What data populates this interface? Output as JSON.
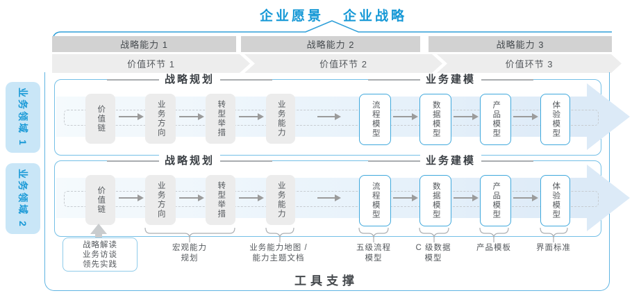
{
  "header": {
    "vision": "企业愿景",
    "strategy": "企业战略"
  },
  "capabilities": [
    {
      "label": "战略能力 1"
    },
    {
      "label": "战略能力 2"
    },
    {
      "label": "战略能力 3"
    }
  ],
  "value_links": [
    {
      "label": "价值环节 1"
    },
    {
      "label": "价值环节 2"
    },
    {
      "label": "价值环节 3"
    }
  ],
  "domains": [
    {
      "label": "业务领域 1"
    },
    {
      "label": "业务领域 2"
    }
  ],
  "rows": {
    "plan_title": "战略规划",
    "model_title": "业务建模",
    "plan_boxes": [
      "价值链",
      "业务方向",
      "转型举措",
      "业务能力"
    ],
    "model_boxes": [
      "流程模型",
      "数据模型",
      "产品模型",
      "体验模型"
    ]
  },
  "bottom": {
    "practice_box": {
      "lines": [
        "战略解读",
        "业务访谈",
        "领先实践"
      ]
    },
    "labels": [
      {
        "line1": "宏观能力",
        "line2": "规划"
      },
      {
        "line1": "业务能力地图 /",
        "line2": "能力主题文档"
      },
      {
        "line1": "五级流程",
        "line2": "模型"
      },
      {
        "line1": "C 级数据",
        "line2": "模型"
      },
      {
        "line1": "产品模板",
        "line2": ""
      },
      {
        "line1": "界面标准",
        "line2": ""
      }
    ],
    "footer": "工具支撑"
  },
  "colors": {
    "accent_blue": "#1598D6",
    "panel_border": "#74BFE6",
    "box_border": "#3FA8DC",
    "bar_gray": "#D2D2D2",
    "chevron_gray": "#EDEDED",
    "band_blue": "#DCEAF7",
    "domain_bg": "#C9E6F7"
  }
}
